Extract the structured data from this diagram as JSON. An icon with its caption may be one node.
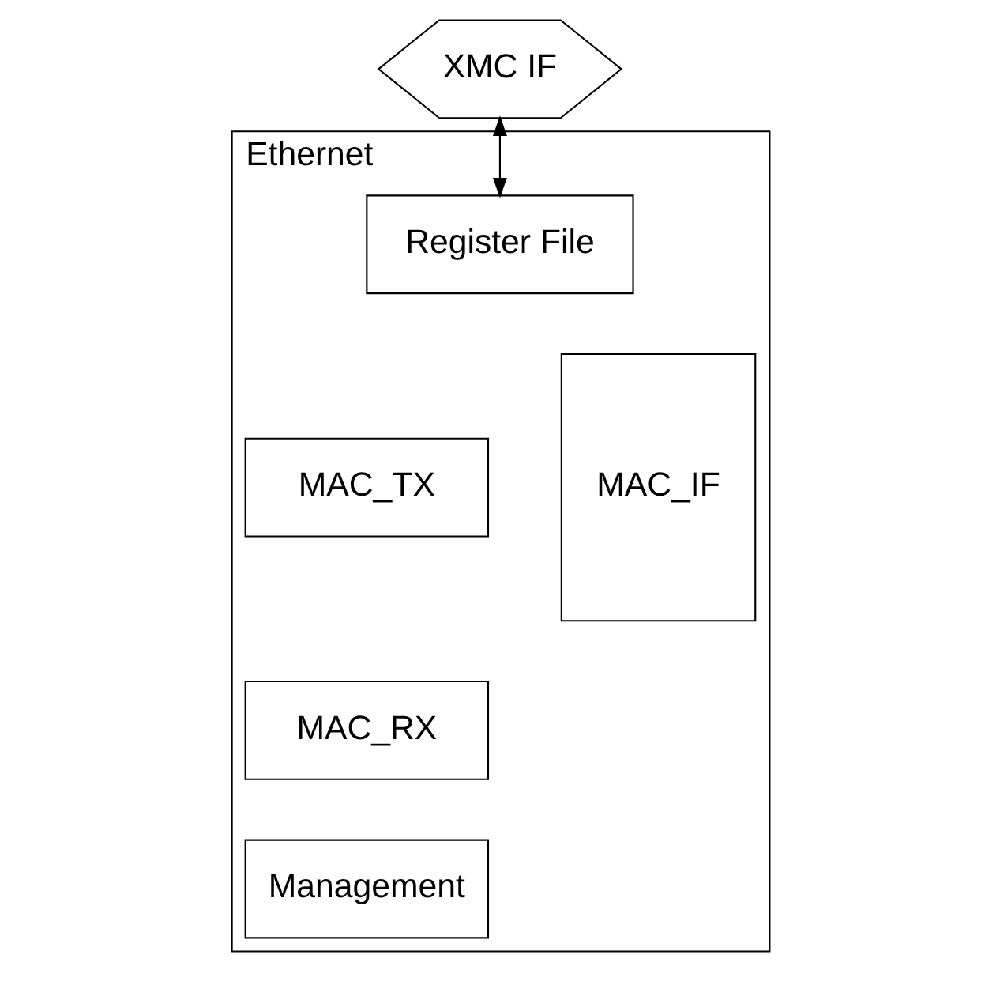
{
  "diagram": {
    "nodes": [
      {
        "text": [
          "XMC IF"
        ]
      },
      {
        "text": [
          "Ethernet"
        ]
      },
      {
        "text": [
          "Register File"
        ],
        "in": 1
      },
      {
        "text": [
          "MAC_TX"
        ],
        "in": 1
      },
      {
        "text": [
          "MAC_RX"
        ],
        "in": 1
      },
      {
        "text": [
          "Management"
        ],
        "in": 1
      },
      {
        "text": [
          "MAC_IF"
        ],
        "in": 1
      }
    ],
    "edges": [
      {
        "from": 0,
        "to": 2,
        "arrow": "both"
      }
    ]
  }
}
